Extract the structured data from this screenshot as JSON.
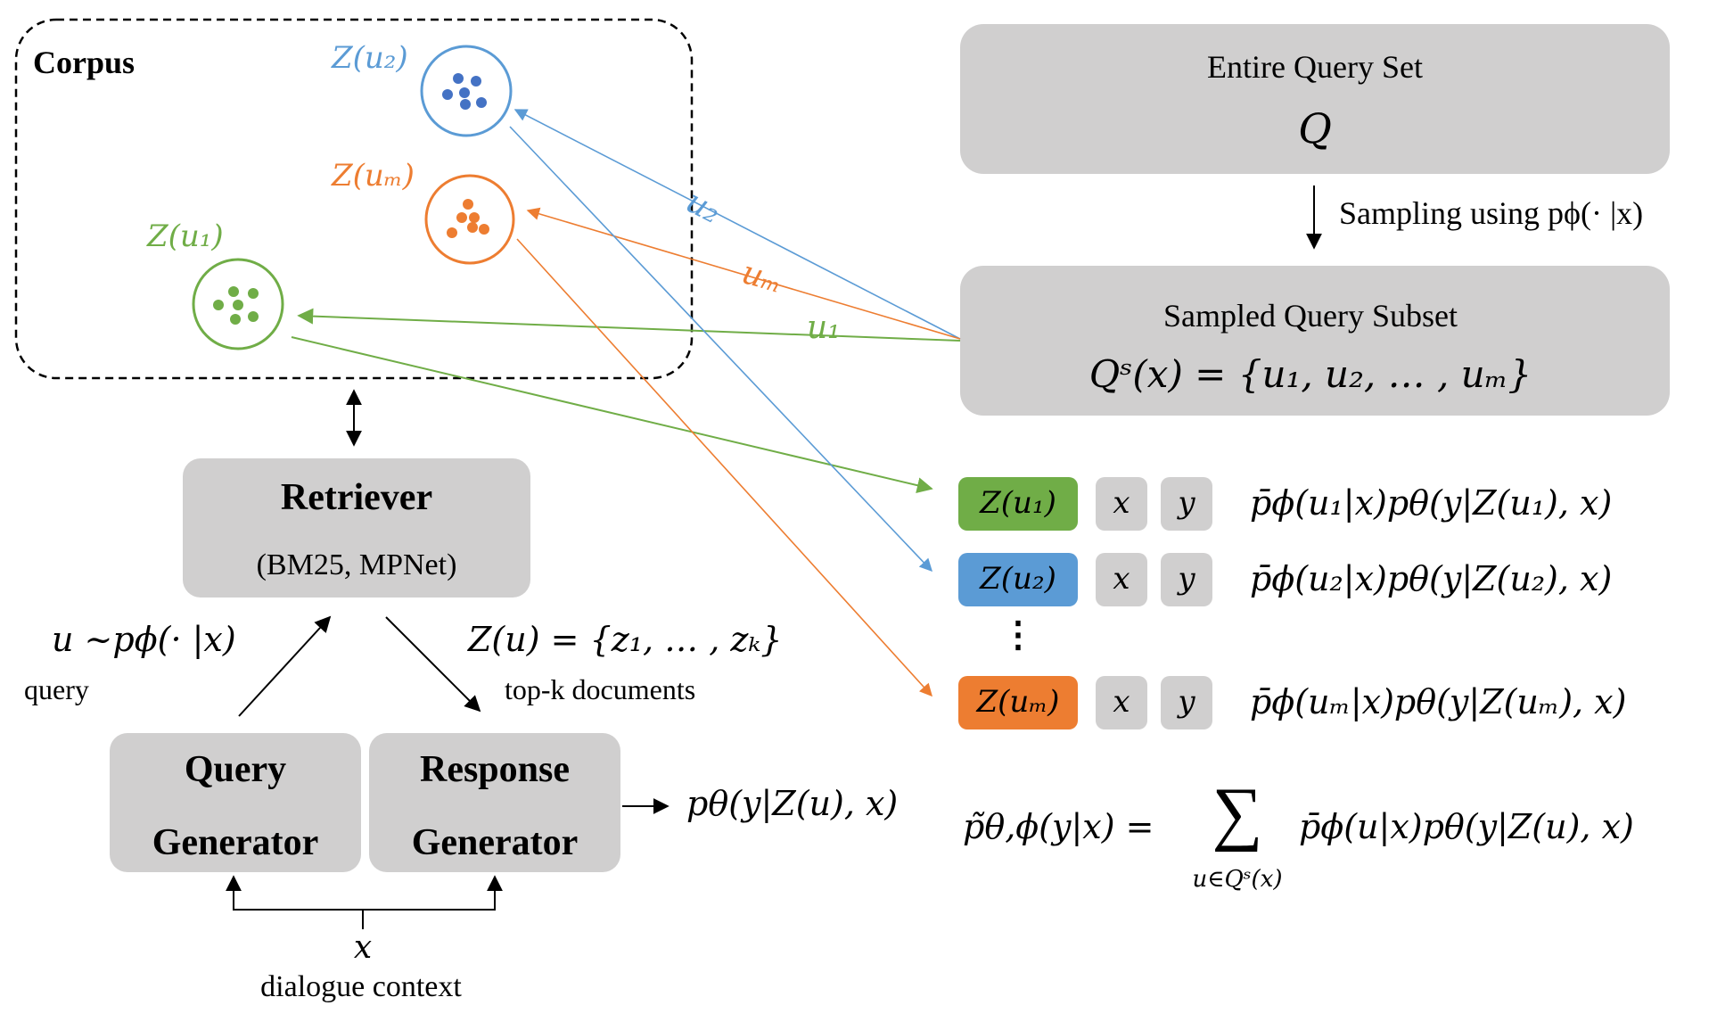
{
  "corpus": {
    "title": "Corpus",
    "clusters": [
      {
        "label": "Z(u₂)",
        "color": "#5b9bd5",
        "dot_color": "#4472c4"
      },
      {
        "label": "Z(uₘ)",
        "color": "#ed7d31",
        "dot_color": "#ed7d31"
      },
      {
        "label": "Z(u₁)",
        "color": "#70ad47",
        "dot_color": "#70ad47"
      }
    ]
  },
  "retriever": {
    "title": "Retriever",
    "subtitle": "(BM25, MPNet)"
  },
  "query_generator": {
    "line1": "Query",
    "line2": "Generator"
  },
  "response_generator": {
    "line1": "Response",
    "line2": "Generator"
  },
  "labels": {
    "query_sample": "u ~pϕ(· |x)",
    "query_caption": "query",
    "retrieved": "Z(u) = {z₁, … , zₖ}",
    "retrieved_caption": "top-k documents",
    "response_output": "pθ(y|Z(u), x)",
    "context_var": "x",
    "context_caption": "dialogue context"
  },
  "query_set": {
    "title": "Entire Query Set",
    "symbol": "Q"
  },
  "sampling": {
    "label": "Sampling using pϕ(· |x)"
  },
  "subset": {
    "title": "Sampled Query Subset",
    "formula": "Qˢ(x) = {u₁, u₂, … , uₘ}"
  },
  "arrow_labels": {
    "u2": "u₂",
    "um": "uₘ",
    "u1": "u₁"
  },
  "rows": [
    {
      "z": "Z(u₁)",
      "x": "x",
      "y": "y",
      "expr": "p̄ϕ(u₁|x)pθ(y|Z(u₁), x)",
      "color": "#70ad47"
    },
    {
      "z": "Z(u₂)",
      "x": "x",
      "y": "y",
      "expr": "p̄ϕ(u₂|x)pθ(y|Z(u₂), x)",
      "color": "#5b9bd5"
    },
    {
      "z": "Z(uₘ)",
      "x": "x",
      "y": "y",
      "expr": "p̄ϕ(uₘ|x)pθ(y|Z(uₘ), x)",
      "color": "#ed7d31"
    }
  ],
  "vdots": "⋮",
  "final": {
    "lhs": "p̃θ,ϕ(y|x) =",
    "sum": "∑",
    "sub": "u∈Qˢ(x)",
    "rhs": "p̄ϕ(u|x)pθ(y|Z(u), x)"
  }
}
